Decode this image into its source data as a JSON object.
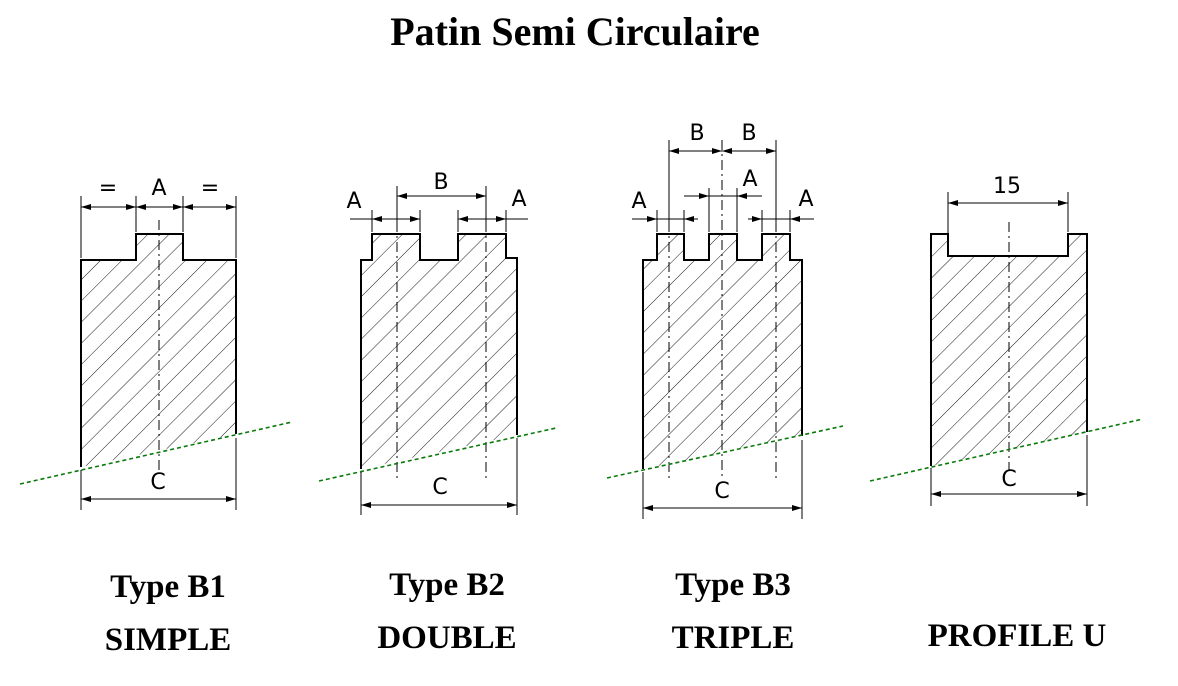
{
  "title": "Patin Semi Circulaire",
  "profiles": [
    {
      "type": "Type B1",
      "name": "SIMPLE",
      "dims": {
        "left_eq": "=",
        "a": "A",
        "right_eq": "=",
        "c": "C"
      }
    },
    {
      "type": "Type B2",
      "name": "DOUBLE",
      "dims": {
        "a_left": "A",
        "b": "B",
        "a_right": "A",
        "c": "C"
      }
    },
    {
      "type": "Type B3",
      "name": "TRIPLE",
      "dims": {
        "b_left": "B",
        "b_right": "B",
        "a_left": "A",
        "a_mid": "A",
        "a_right": "A",
        "c": "C"
      }
    },
    {
      "type": "",
      "name": "PROFILE U",
      "dims": {
        "width": "15",
        "c": "C"
      }
    }
  ],
  "colors": {
    "outline": "#000000",
    "break_line": "#0a7a0a",
    "hatch": "#000000"
  }
}
